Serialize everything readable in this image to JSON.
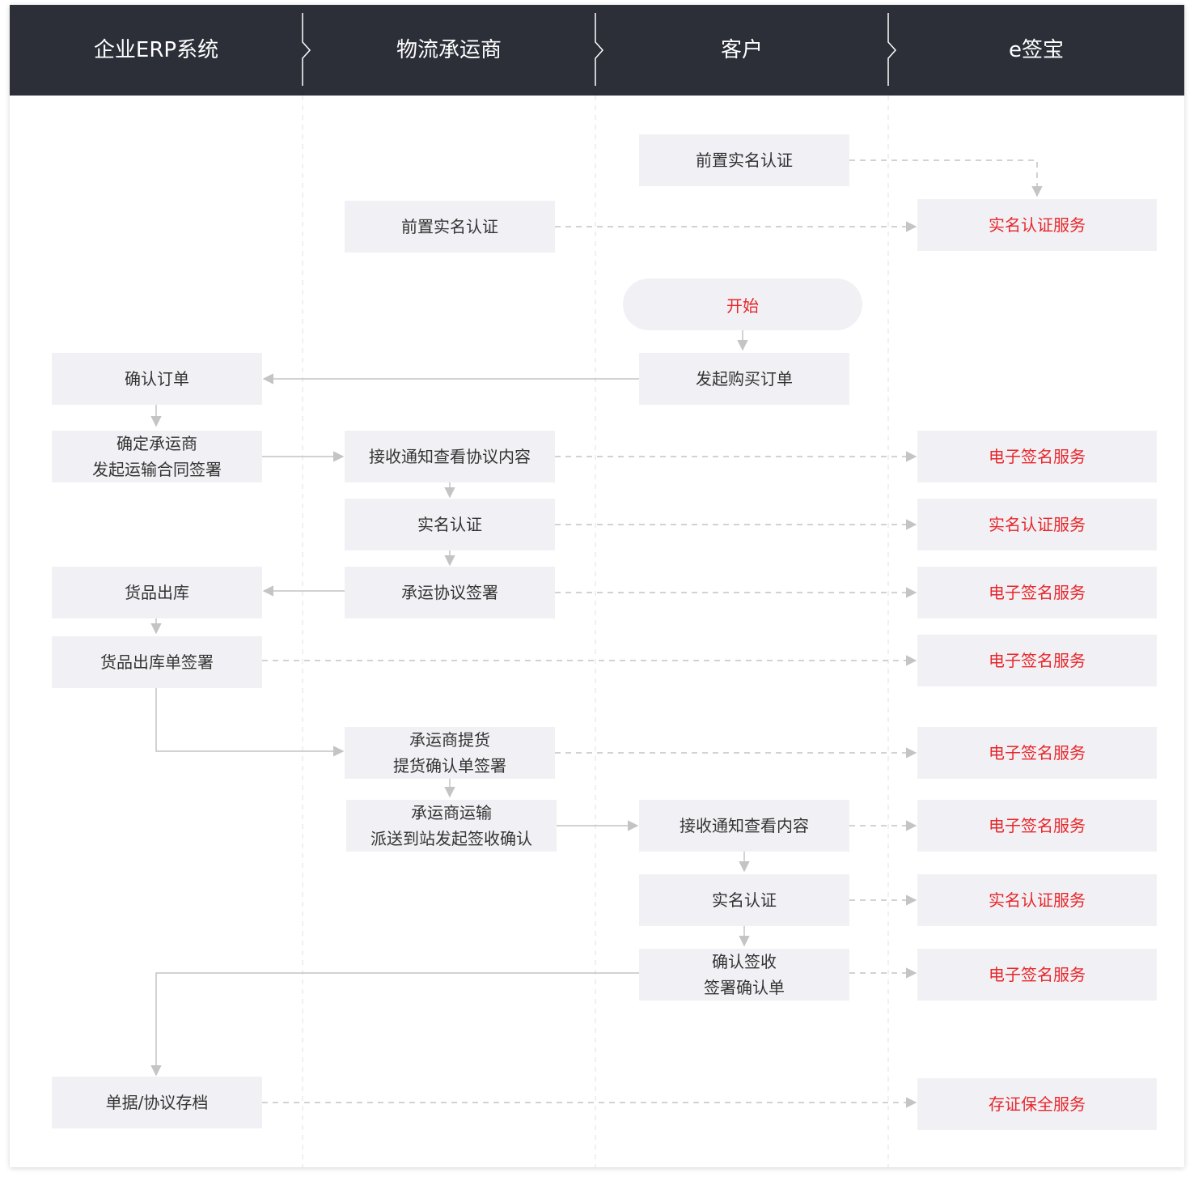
{
  "lanes": [
    "企业ERP系统",
    "物流承运商",
    "客户",
    "e签宝"
  ],
  "colors": {
    "header_bg": "#2c2f38",
    "box_bg": "#f1f1f5",
    "service_text": "#e8262a",
    "arrow": "#c4c4c4"
  },
  "nodes": {
    "customer_pre_auth": "前置实名认证",
    "carrier_pre_auth": "前置实名认证",
    "esign_auth_1": "实名认证服务",
    "start": "开始",
    "place_order": "发起购买订单",
    "confirm_order": "确认订单",
    "choose_carrier": "确定承运商\n发起运输合同签署",
    "carrier_view_agreement": "接收通知查看协议内容",
    "esign_sign_1": "电子签名服务",
    "carrier_auth": "实名认证",
    "esign_auth_2": "实名认证服务",
    "carrier_sign": "承运协议签署",
    "esign_sign_2": "电子签名服务",
    "goods_out": "货品出库",
    "goods_out_sign": "货品出库单签署",
    "esign_sign_3": "电子签名服务",
    "carrier_pickup": "承运商提货\n提货确认单签署",
    "esign_sign_4": "电子签名服务",
    "carrier_deliver": "承运商运输\n派送到站发起签收确认",
    "customer_view": "接收通知查看内容",
    "esign_sign_5": "电子签名服务",
    "customer_auth": "实名认证",
    "esign_auth_3": "实名认证服务",
    "customer_confirm": "确认签收\n签署确认单",
    "esign_sign_6": "电子签名服务",
    "archive": "单据/协议存档",
    "esign_evidence": "存证保全服务"
  }
}
